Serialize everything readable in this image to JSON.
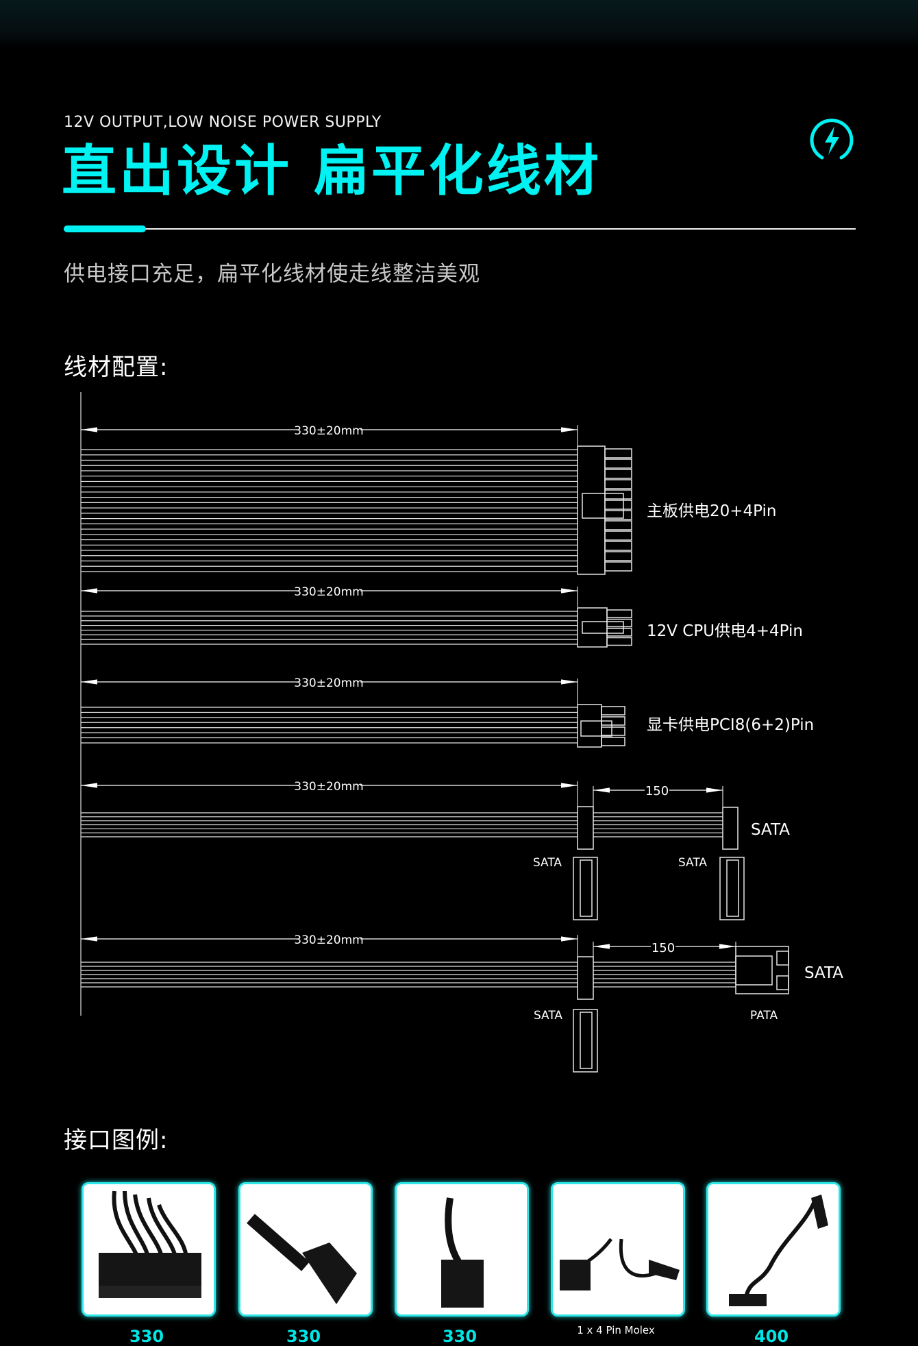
{
  "header": {
    "eyebrow": "12V OUTPUT,LOW NOISE POWER SUPPLY",
    "title": "直出设计 扁平化线材",
    "subtitle": "供电接口充足，扁平化线材使走线整洁美观",
    "icon": "lightning-bolt-icon",
    "accent_color": "#00f2f2"
  },
  "cable_section": {
    "heading": "线材配置:",
    "cables": [
      {
        "length": "330±20mm",
        "label": "主板供电20+4Pin"
      },
      {
        "length": "330±20mm",
        "label": "12V CPU供电4+4Pin"
      },
      {
        "length": "330±20mm",
        "label": "显卡供电PCI8(6+2)Pin"
      },
      {
        "length": "330±20mm",
        "branch_length": "150",
        "label": "SATA",
        "sub_labels": [
          "SATA",
          "SATA"
        ]
      },
      {
        "length": "330±20mm",
        "branch_length": "150",
        "label": "SATA",
        "sub_labels": [
          "SATA",
          "PATA"
        ]
      }
    ]
  },
  "connector_section": {
    "heading": "接口图例:",
    "cards": [
      {
        "name": "24pin-connector",
        "caption": "330"
      },
      {
        "name": "cpu-8pin-connector",
        "caption": "330"
      },
      {
        "name": "pcie-8pin-connector",
        "caption": "330"
      },
      {
        "name": "molex-sata-connector",
        "caption": "1 x 4 Pin Molex"
      },
      {
        "name": "sata-connector",
        "caption": "400"
      }
    ]
  }
}
